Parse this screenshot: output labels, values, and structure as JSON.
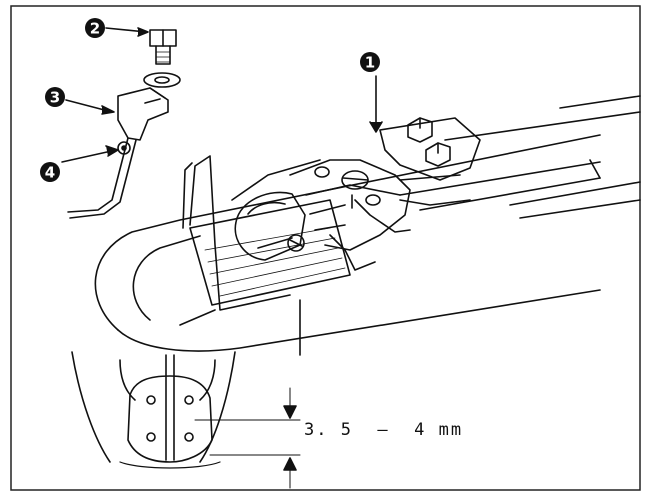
{
  "callouts": [
    {
      "number": "1"
    },
    {
      "number": "2"
    },
    {
      "number": "3"
    },
    {
      "number": "4"
    }
  ],
  "dimension": {
    "text": "3. 5  –  4 mm"
  }
}
